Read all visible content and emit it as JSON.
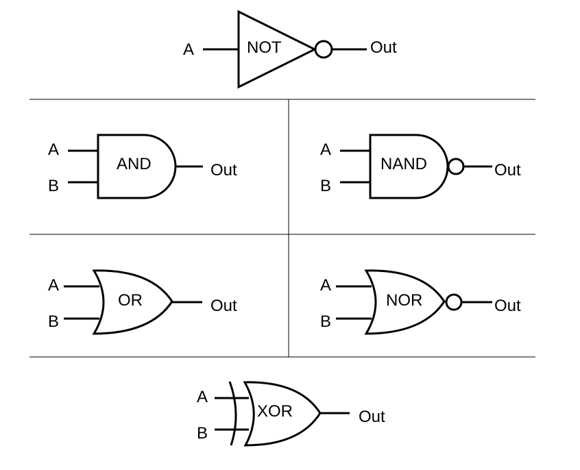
{
  "gates": {
    "not": {
      "name": "NOT",
      "inputs": [
        "A"
      ],
      "output": "Out"
    },
    "and": {
      "name": "AND",
      "inputs": [
        "A",
        "B"
      ],
      "output": "Out"
    },
    "nand": {
      "name": "NAND",
      "inputs": [
        "A",
        "B"
      ],
      "output": "Out"
    },
    "or": {
      "name": "OR",
      "inputs": [
        "A",
        "B"
      ],
      "output": "Out"
    },
    "nor": {
      "name": "NOR",
      "inputs": [
        "A",
        "B"
      ],
      "output": "Out"
    },
    "xor": {
      "name": "XOR",
      "inputs": [
        "A",
        "B"
      ],
      "output": "Out"
    }
  },
  "colors": {
    "stroke": "#000000",
    "background": "#ffffff"
  }
}
